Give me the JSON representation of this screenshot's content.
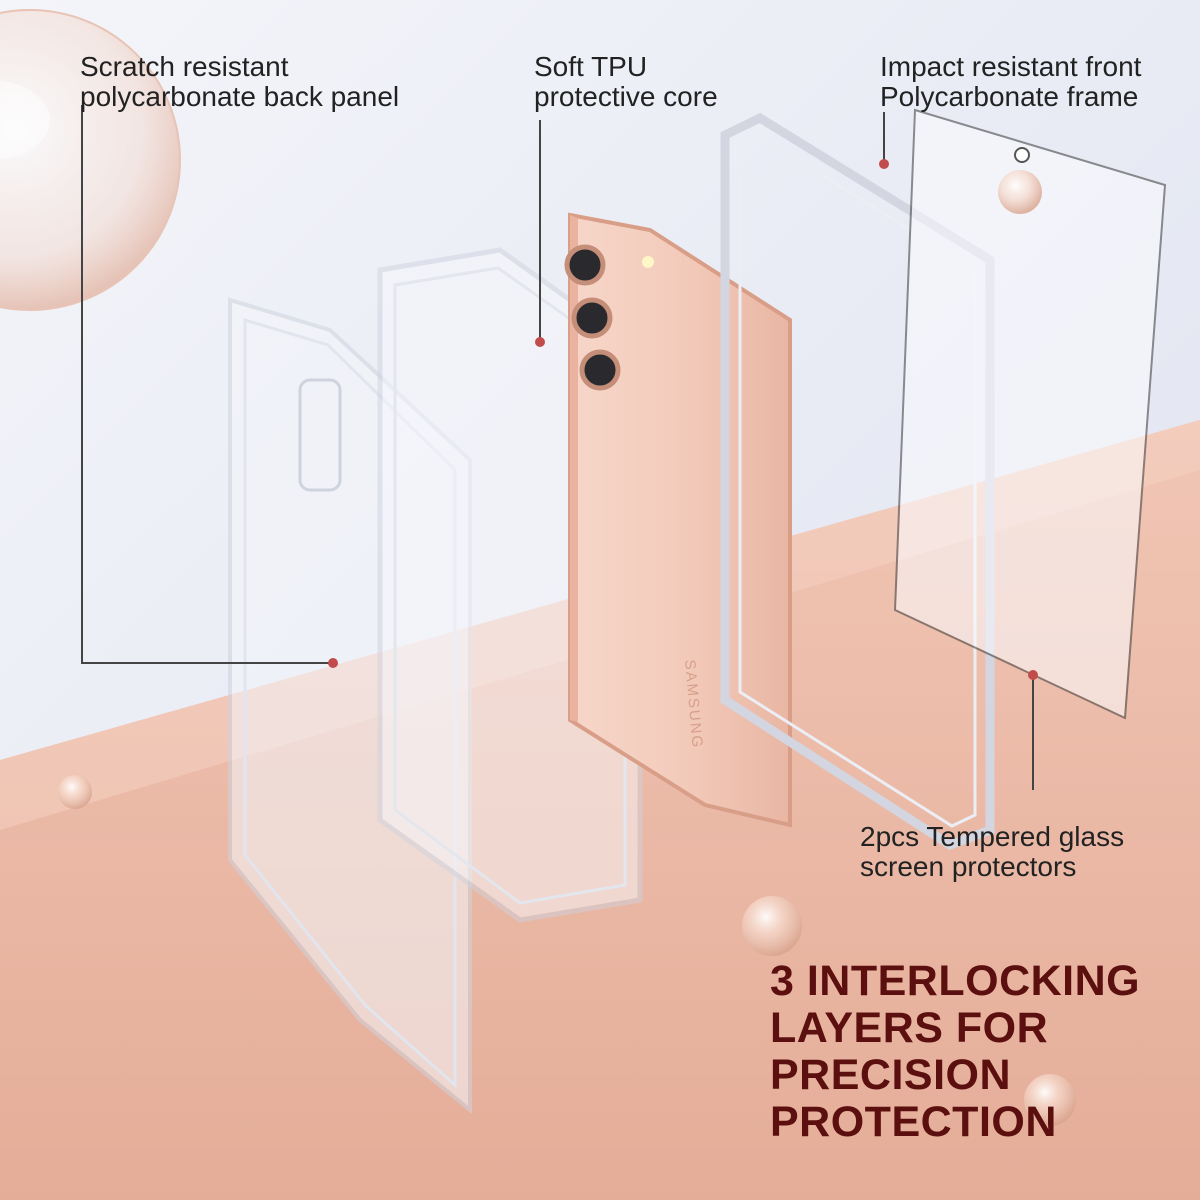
{
  "labels": {
    "back_panel": {
      "line1": "Scratch resistant",
      "line2": "polycarbonate back panel"
    },
    "tpu_core": {
      "line1": "Soft TPU",
      "line2": "protective core"
    },
    "front_frame": {
      "line1": "Impact resistant front",
      "line2": "Polycarbonate frame"
    },
    "screen_protectors": {
      "line1": "2pcs Tempered glass",
      "line2": "screen protectors"
    }
  },
  "headline": {
    "line1": "3 INTERLOCKING",
    "line2": "LAYERS FOR",
    "line3": "PRECISION",
    "line4": "PROTECTION"
  },
  "phone_brand": "SAMSUNG",
  "colors": {
    "headline": "#5b0f0f",
    "text": "#222222",
    "floor": "#eab7a4",
    "wall": "#eef0f6",
    "phone": "#f2c9b9"
  }
}
